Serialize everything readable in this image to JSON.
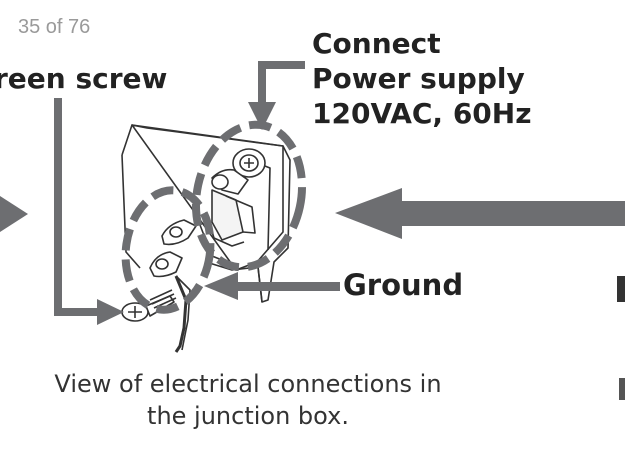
{
  "page_indicator": "35 of 76",
  "labels": {
    "green_screw": "reen screw",
    "connect_lines": [
      "Connect",
      "Power supply",
      "120VAC, 60Hz"
    ],
    "ground": "Ground"
  },
  "caption_lines": [
    "View of electrical connections in",
    "the junction box."
  ],
  "colors": {
    "arrow": "#6d6e71",
    "dashed_circle": "#6d6e71",
    "text": "#222222",
    "counter": "#9a9a9a"
  }
}
